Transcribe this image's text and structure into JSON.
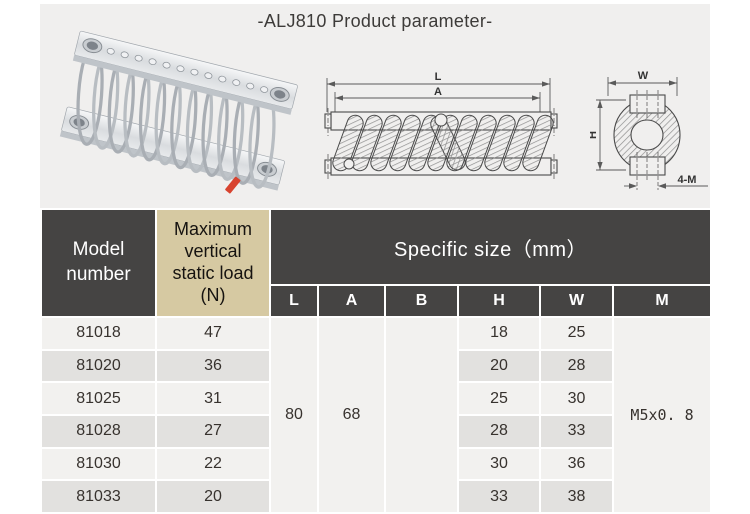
{
  "title": "-ALJ810 Product parameter-",
  "photo": {
    "label": "wire rope isolator product photo"
  },
  "diagrams": {
    "front": {
      "l": "L",
      "a": "A"
    },
    "end": {
      "w": "W",
      "h": "H",
      "m": "4-M"
    }
  },
  "table": {
    "header": {
      "model": "Model number",
      "load": "Maximum vertical static load (N)",
      "size_group": "Specific size（mm）",
      "cols": [
        "L",
        "A",
        "B",
        "H",
        "W",
        "M"
      ]
    },
    "merged": {
      "l": "80",
      "a": "68",
      "b": "",
      "m": "M5x0. 8"
    },
    "rows": [
      {
        "model": "81018",
        "load": "47",
        "h": "18",
        "w": "25"
      },
      {
        "model": "81020",
        "load": "36",
        "h": "20",
        "w": "28"
      },
      {
        "model": "81025",
        "load": "31",
        "h": "25",
        "w": "30"
      },
      {
        "model": "81028",
        "load": "27",
        "h": "28",
        "w": "33"
      },
      {
        "model": "81030",
        "load": "22",
        "h": "30",
        "w": "36"
      },
      {
        "model": "81033",
        "load": "20",
        "h": "33",
        "w": "38"
      }
    ]
  },
  "colors": {
    "content_bg": "#f0efee",
    "header_dark": "#454443",
    "header_tan": "#d6c9a2",
    "row_light": "#f2f1ef",
    "row_dark": "#e2e1df",
    "body_text": "#37322e",
    "red_tag": "#d8432f"
  }
}
